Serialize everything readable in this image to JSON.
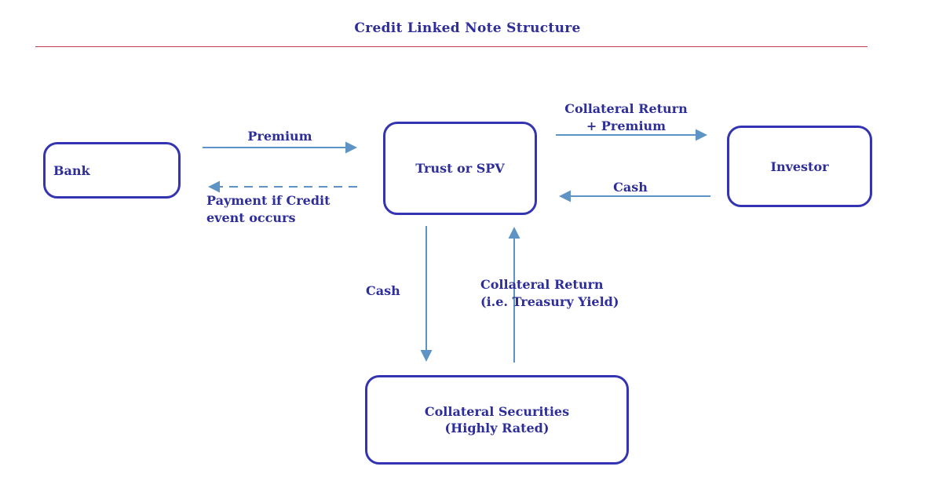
{
  "title": "Credit Linked Note Structure",
  "colors": {
    "text": "#2d2d9b",
    "box_border": "#3434b2",
    "arrow": "#5e93c5",
    "title_rule": "#c03b4e"
  },
  "nodes": {
    "bank": {
      "label": "Bank"
    },
    "trust": {
      "label": "Trust or SPV"
    },
    "investor": {
      "label": "Investor"
    },
    "collateral": {
      "line1": "Collateral Securities",
      "line2": "(Highly Rated)"
    }
  },
  "edges": {
    "premium": {
      "label": "Premium"
    },
    "credit_event": {
      "line1": "Payment if Credit",
      "line2": "event occurs"
    },
    "collateral_return_premium": {
      "line1": "Collateral Return",
      "line2": "+ Premium"
    },
    "cash_from_investor": {
      "label": "Cash"
    },
    "cash_to_collateral": {
      "label": "Cash"
    },
    "collateral_return_up": {
      "line1": "Collateral Return",
      "line2": "(i.e. Treasury Yield)"
    }
  }
}
